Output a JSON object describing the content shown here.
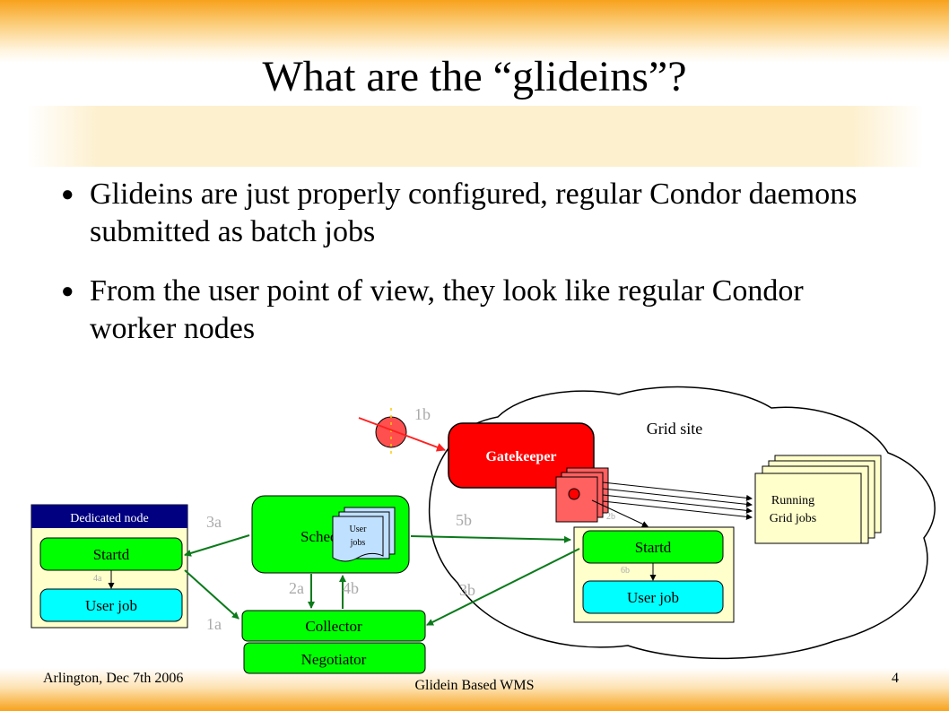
{
  "slide": {
    "title": "What are the “glideins”?",
    "bullets": [
      "Glideins are just properly configured, regular Condor daemons submitted as batch jobs",
      "From the user point of view, they look like regular Condor worker nodes"
    ]
  },
  "diagram": {
    "grid_site_label": "Grid site",
    "gatekeeper_label": "Gatekeeper",
    "running_grid_jobs_label": "Running Grid jobs",
    "dedicated_node_label": "Dedicated node",
    "startd_label": "Startd",
    "user_job_label": "User job",
    "schedd_label": "Schedd",
    "user_jobs_label": "User jobs",
    "collector_label": "Collector",
    "negotiator_label": "Negotiator",
    "arrow_labels": {
      "a1": "1a",
      "b1": "1b",
      "a2": "2a",
      "b2": "2b",
      "a3": "3a",
      "b3": "3b",
      "a4": "4a",
      "b4": "4b",
      "b5": "5b",
      "b6": "6b"
    },
    "colors": {
      "gatekeeper": "#ff0000",
      "schedd": "#00ff00",
      "collector": "#00ff00",
      "startd": "#00ff00",
      "user_job": "#00ffff",
      "node_fill": "#ffffcc",
      "dedicated_header": "#000080",
      "arrow_green": "#0a7a1a"
    }
  },
  "footer": {
    "left": "Arlington, Dec 7th 2006",
    "center": "Glidein Based WMS",
    "page": "4"
  }
}
